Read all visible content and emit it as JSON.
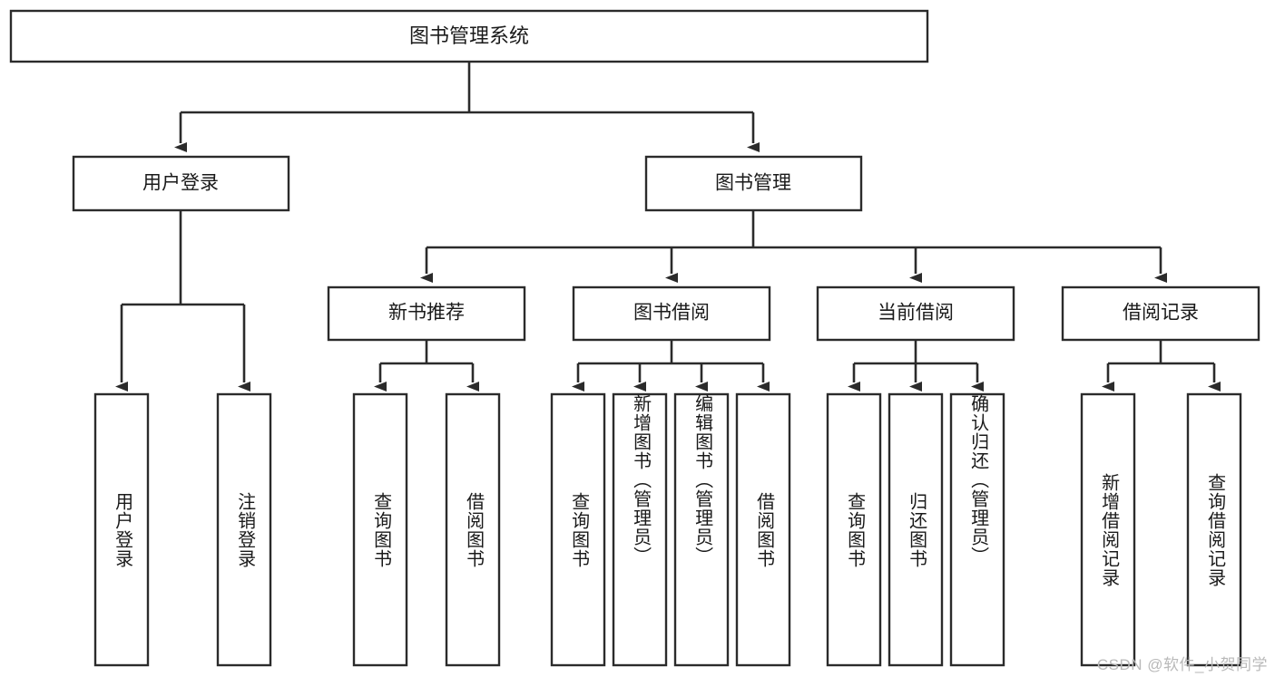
{
  "diagram": {
    "type": "hierarchy-tree",
    "title": "图书管理系统",
    "root": {
      "id": "root",
      "label": "图书管理系统"
    },
    "level2": [
      {
        "id": "user-login",
        "label": "用户登录"
      },
      {
        "id": "book-manage",
        "label": "图书管理"
      }
    ],
    "level3": [
      {
        "id": "new-book-recommend",
        "label": "新书推荐",
        "parent": "book-manage"
      },
      {
        "id": "book-borrow",
        "label": "图书借阅",
        "parent": "book-manage"
      },
      {
        "id": "current-borrow",
        "label": "当前借阅",
        "parent": "book-manage"
      },
      {
        "id": "borrow-record",
        "label": "借阅记录",
        "parent": "book-manage"
      }
    ],
    "leaves": {
      "user_login": [
        {
          "id": "leaf-user-login",
          "label": "用户登录"
        },
        {
          "id": "leaf-logout",
          "label": "注销登录"
        }
      ],
      "new_book_recommend": [
        {
          "id": "leaf-query-book-1",
          "label": "查询图书"
        },
        {
          "id": "leaf-borrow-book-1",
          "label": "借阅图书"
        }
      ],
      "book_borrow": [
        {
          "id": "leaf-query-book-2",
          "label": "查询图书"
        },
        {
          "id": "leaf-add-book",
          "label": "新增图书（管理员）"
        },
        {
          "id": "leaf-edit-book",
          "label": "编辑图书（管理员）"
        },
        {
          "id": "leaf-borrow-book-2",
          "label": "借阅图书"
        }
      ],
      "current_borrow": [
        {
          "id": "leaf-query-book-3",
          "label": "查询图书"
        },
        {
          "id": "leaf-return-book",
          "label": "归还图书"
        },
        {
          "id": "leaf-confirm-return",
          "label": "确认归还（管理员）"
        }
      ],
      "borrow_record": [
        {
          "id": "leaf-add-record",
          "label": "新增借阅记录"
        },
        {
          "id": "leaf-query-record",
          "label": "查询借阅记录"
        }
      ]
    }
  },
  "watermark": {
    "text": "CSDN @软件_小贺同学"
  },
  "colors": {
    "box_stroke": "#2b2b2b",
    "box_fill": "#ffffff",
    "text": "#1a1a1a",
    "connector": "#2b2b2b",
    "watermark": "#b9b9b9",
    "background": "#ffffff"
  }
}
